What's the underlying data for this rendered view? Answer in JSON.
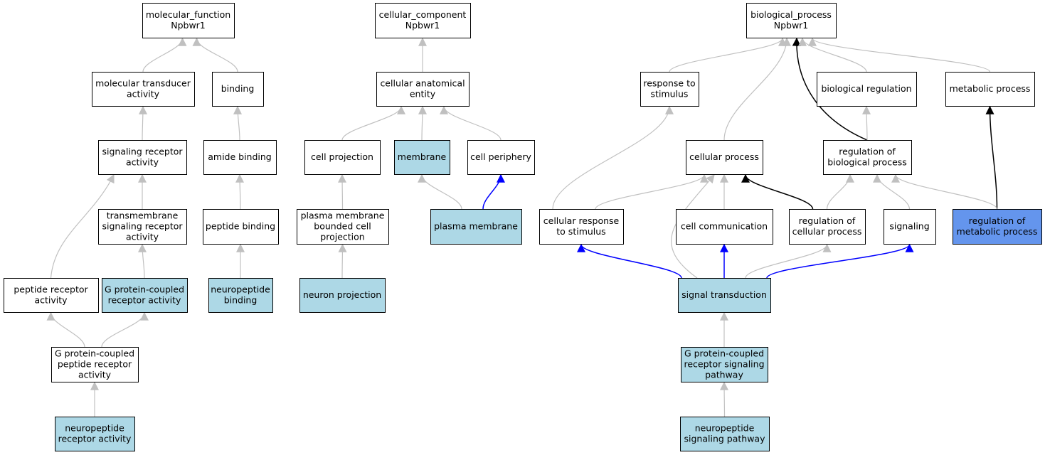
{
  "colors": {
    "plain": "#ffffff",
    "annotated": "#add8e6",
    "highlight": "#6495ed",
    "edge_isa": "#c0c0c0",
    "edge_part_of": "#0000ff",
    "edge_regulates": "#000000"
  },
  "nodes": [
    {
      "id": "mf",
      "lines": [
        "molecular_function",
        "Npbwr1"
      ],
      "fill": "plain"
    },
    {
      "id": "mta",
      "lines": [
        "molecular transducer",
        "activity"
      ],
      "fill": "plain"
    },
    {
      "id": "bind",
      "lines": [
        "binding"
      ],
      "fill": "plain"
    },
    {
      "id": "sra",
      "lines": [
        "signaling receptor",
        "activity"
      ],
      "fill": "plain"
    },
    {
      "id": "amide",
      "lines": [
        "amide binding"
      ],
      "fill": "plain"
    },
    {
      "id": "tsra",
      "lines": [
        "transmembrane",
        "signaling receptor",
        "activity"
      ],
      "fill": "plain"
    },
    {
      "id": "pepbind",
      "lines": [
        "peptide binding"
      ],
      "fill": "plain"
    },
    {
      "id": "pra",
      "lines": [
        "peptide receptor",
        "activity"
      ],
      "fill": "plain"
    },
    {
      "id": "gpcr",
      "lines": [
        "G protein-coupled",
        "receptor activity"
      ],
      "fill": "annotated"
    },
    {
      "id": "npbind",
      "lines": [
        "neuropeptide",
        "binding"
      ],
      "fill": "annotated"
    },
    {
      "id": "gpprа",
      "lines": [
        "G protein-coupled",
        "peptide receptor",
        "activity"
      ],
      "fill": "plain"
    },
    {
      "id": "npra",
      "lines": [
        "neuropeptide",
        "receptor activity"
      ],
      "fill": "annotated"
    },
    {
      "id": "cc",
      "lines": [
        "cellular_component",
        "Npbwr1"
      ],
      "fill": "plain"
    },
    {
      "id": "cae",
      "lines": [
        "cellular anatomical",
        "entity"
      ],
      "fill": "plain"
    },
    {
      "id": "cproj",
      "lines": [
        "cell projection"
      ],
      "fill": "plain"
    },
    {
      "id": "memb",
      "lines": [
        "membrane"
      ],
      "fill": "annotated"
    },
    {
      "id": "cperi",
      "lines": [
        "cell periphery"
      ],
      "fill": "plain"
    },
    {
      "id": "pmbcp",
      "lines": [
        "plasma membrane",
        "bounded cell",
        "projection"
      ],
      "fill": "plain"
    },
    {
      "id": "pm",
      "lines": [
        "plasma membrane"
      ],
      "fill": "annotated"
    },
    {
      "id": "nproj",
      "lines": [
        "neuron projection"
      ],
      "fill": "annotated"
    },
    {
      "id": "bp",
      "lines": [
        "biological_process",
        "Npbwr1"
      ],
      "fill": "plain"
    },
    {
      "id": "rts",
      "lines": [
        "response to",
        "stimulus"
      ],
      "fill": "plain"
    },
    {
      "id": "breg",
      "lines": [
        "biological regulation"
      ],
      "fill": "plain"
    },
    {
      "id": "metab",
      "lines": [
        "metabolic process"
      ],
      "fill": "plain"
    },
    {
      "id": "cellp",
      "lines": [
        "cellular process"
      ],
      "fill": "plain"
    },
    {
      "id": "rbp",
      "lines": [
        "regulation of",
        "biological process"
      ],
      "fill": "plain"
    },
    {
      "id": "crts",
      "lines": [
        "cellular response",
        "to stimulus"
      ],
      "fill": "plain"
    },
    {
      "id": "ccomm",
      "lines": [
        "cell communication"
      ],
      "fill": "plain"
    },
    {
      "id": "rcp",
      "lines": [
        "regulation of",
        "cellular process"
      ],
      "fill": "plain"
    },
    {
      "id": "sig",
      "lines": [
        "signaling"
      ],
      "fill": "plain"
    },
    {
      "id": "rmp",
      "lines": [
        "regulation of",
        "metabolic process"
      ],
      "fill": "highlight"
    },
    {
      "id": "st",
      "lines": [
        "signal transduction"
      ],
      "fill": "annotated"
    },
    {
      "id": "gpcrsp",
      "lines": [
        "G protein-coupled",
        "receptor signaling",
        "pathway"
      ],
      "fill": "annotated"
    },
    {
      "id": "npsp",
      "lines": [
        "neuropeptide",
        "signaling pathway"
      ],
      "fill": "annotated"
    }
  ],
  "edges": [
    {
      "from": "mta",
      "to": "mf",
      "type": "edge_isa"
    },
    {
      "from": "bind",
      "to": "mf",
      "type": "edge_isa"
    },
    {
      "from": "sra",
      "to": "mta",
      "type": "edge_isa"
    },
    {
      "from": "amide",
      "to": "bind",
      "type": "edge_isa"
    },
    {
      "from": "tsra",
      "to": "sra",
      "type": "edge_isa"
    },
    {
      "from": "pepbind",
      "to": "amide",
      "type": "edge_isa"
    },
    {
      "from": "pra",
      "to": "sra",
      "type": "edge_isa"
    },
    {
      "from": "gpcr",
      "to": "tsra",
      "type": "edge_isa"
    },
    {
      "from": "npbind",
      "to": "pepbind",
      "type": "edge_isa"
    },
    {
      "from": "gpprа",
      "to": "pra",
      "type": "edge_isa"
    },
    {
      "from": "gpprа",
      "to": "gpcr",
      "type": "edge_isa"
    },
    {
      "from": "npra",
      "to": "gpprа",
      "type": "edge_isa"
    },
    {
      "from": "cae",
      "to": "cc",
      "type": "edge_isa"
    },
    {
      "from": "cproj",
      "to": "cae",
      "type": "edge_isa"
    },
    {
      "from": "memb",
      "to": "cae",
      "type": "edge_isa"
    },
    {
      "from": "cperi",
      "to": "cae",
      "type": "edge_isa"
    },
    {
      "from": "pmbcp",
      "to": "cproj",
      "type": "edge_isa"
    },
    {
      "from": "pm",
      "to": "memb",
      "type": "edge_isa"
    },
    {
      "from": "pm",
      "to": "cperi",
      "type": "edge_part_of"
    },
    {
      "from": "nproj",
      "to": "pmbcp",
      "type": "edge_isa"
    },
    {
      "from": "rts",
      "to": "bp",
      "type": "edge_isa"
    },
    {
      "from": "cellp",
      "to": "bp",
      "type": "edge_isa"
    },
    {
      "from": "rbp",
      "to": "bp",
      "type": "edge_regulates"
    },
    {
      "from": "breg",
      "to": "bp",
      "type": "edge_isa"
    },
    {
      "from": "metab",
      "to": "bp",
      "type": "edge_isa"
    },
    {
      "from": "crts",
      "to": "rts",
      "type": "edge_isa"
    },
    {
      "from": "rbp",
      "to": "breg",
      "type": "edge_isa"
    },
    {
      "from": "rmp",
      "to": "metab",
      "type": "edge_regulates"
    },
    {
      "from": "crts",
      "to": "cellp",
      "type": "edge_isa"
    },
    {
      "from": "ccomm",
      "to": "cellp",
      "type": "edge_isa"
    },
    {
      "from": "rcp",
      "to": "cellp",
      "type": "edge_regulates"
    },
    {
      "from": "rcp",
      "to": "rbp",
      "type": "edge_isa"
    },
    {
      "from": "sig",
      "to": "rbp",
      "type": "edge_isa"
    },
    {
      "from": "rmp",
      "to": "rbp",
      "type": "edge_isa"
    },
    {
      "from": "st",
      "to": "crts",
      "type": "edge_part_of"
    },
    {
      "from": "st",
      "to": "ccomm",
      "type": "edge_part_of"
    },
    {
      "from": "st",
      "to": "sig",
      "type": "edge_part_of"
    },
    {
      "from": "st",
      "to": "rcp",
      "type": "edge_isa"
    },
    {
      "from": "st",
      "to": "cellp",
      "type": "edge_isa"
    },
    {
      "from": "gpcrsp",
      "to": "st",
      "type": "edge_isa"
    },
    {
      "from": "npsp",
      "to": "gpcrsp",
      "type": "edge_isa"
    }
  ]
}
